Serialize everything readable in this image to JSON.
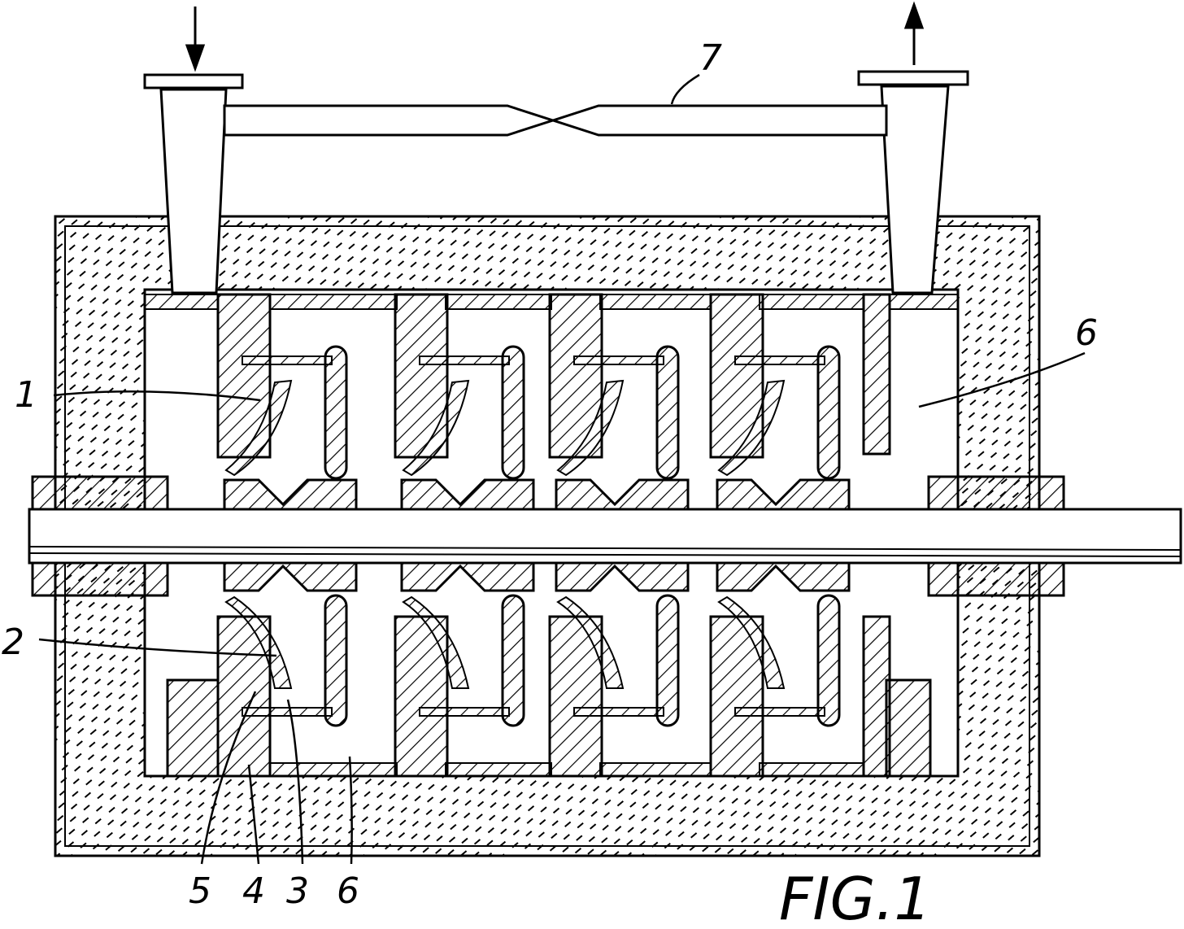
{
  "figure": {
    "caption": "FIG.1",
    "reference_numerals": {
      "top_label_7": "7",
      "right_label_6": "6",
      "left_label_1": "1",
      "left_label_2": "2",
      "bottom_label_5": "5",
      "bottom_label_4": "4",
      "bottom_label_3": "3",
      "bottom_label_6": "6"
    }
  },
  "colors": {
    "line": "#000000",
    "background": "#ffffff"
  }
}
